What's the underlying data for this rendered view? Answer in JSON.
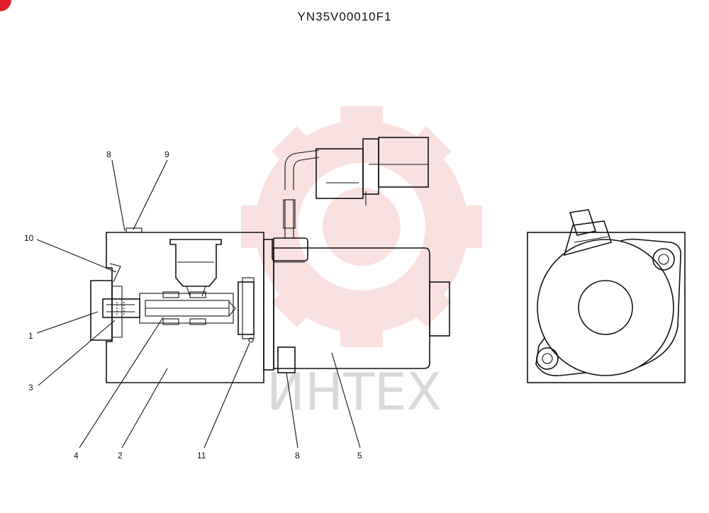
{
  "title": "YN35V00010F1",
  "watermark_text": "ИНТЕХ",
  "callouts": [
    {
      "label": "8"
    },
    {
      "label": "9"
    },
    {
      "label": "10"
    },
    {
      "label": "1"
    },
    {
      "label": "3"
    },
    {
      "label": "4"
    },
    {
      "label": "2"
    },
    {
      "label": "11"
    },
    {
      "label": "8"
    },
    {
      "label": "5"
    }
  ],
  "colors": {
    "line": "#111111",
    "watermark_red": "#f6c9c9",
    "watermark_gray": "#d9d9d9",
    "corner_badge": "#e0202a"
  }
}
